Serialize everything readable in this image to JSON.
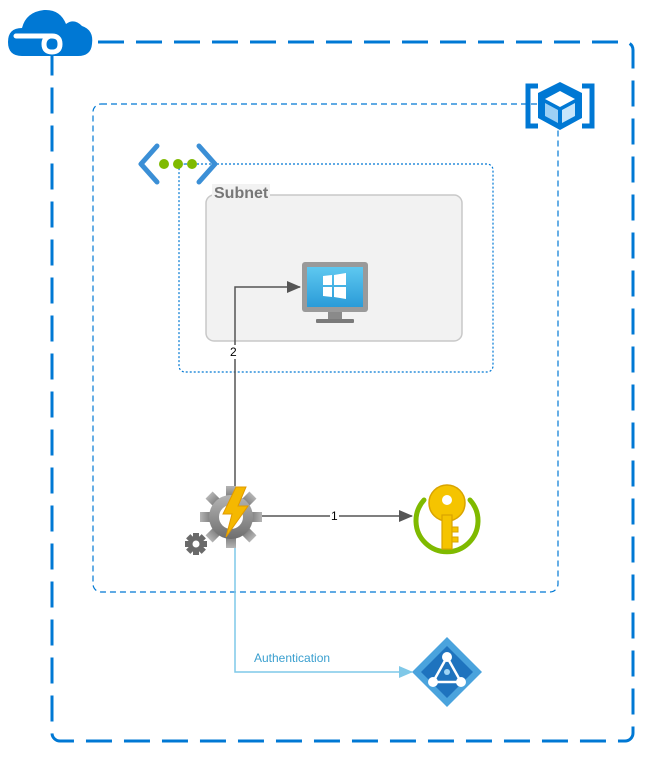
{
  "subnet": {
    "label": "Subnet"
  },
  "edges": {
    "step1": "1",
    "step2": "2",
    "auth": "Authentication"
  },
  "icons": {
    "cloud": "azure-cloud-icon",
    "resource_group": "resource-group-cube-icon",
    "vnet": "virtual-network-icon",
    "vm": "windows-vm-icon",
    "function": "function-app-icon",
    "keyvault": "key-vault-icon",
    "aad": "azure-active-directory-icon"
  },
  "colors": {
    "azure_blue": "#0078d4",
    "vnet_green": "#7fba00",
    "key_yellow": "#f5c400",
    "auth_line": "#7fc8e8",
    "arrow": "#555555"
  }
}
